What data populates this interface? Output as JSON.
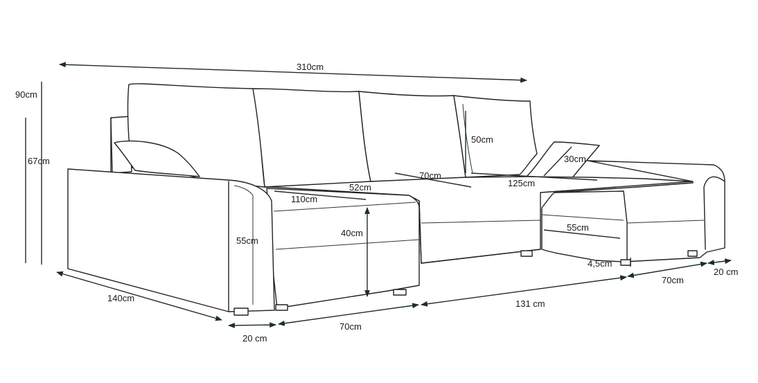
{
  "dimensions": {
    "total_width": "310cm",
    "total_height": "90cm",
    "back_height": "67cm",
    "cushion_height": "50cm",
    "small_cushion": "30cm",
    "seat_depth_left": "52cm",
    "seat_depth_mid": "70cm",
    "ottoman_length": "125cm",
    "chaise_length": "110cm",
    "chaise_height": "40cm",
    "arm_height": "55cm",
    "storage_height": "55cm",
    "leg_height": "4,5cm",
    "left_depth": "140cm",
    "left_arm_width": "20 cm",
    "left_seat_width": "70cm",
    "mid_width": "131 cm",
    "right_seat_width": "70cm",
    "right_arm_width": "20 cm"
  },
  "colors": {
    "line": "#222222",
    "dimension_arrow": "#1d2d2a",
    "background": "#ffffff"
  }
}
